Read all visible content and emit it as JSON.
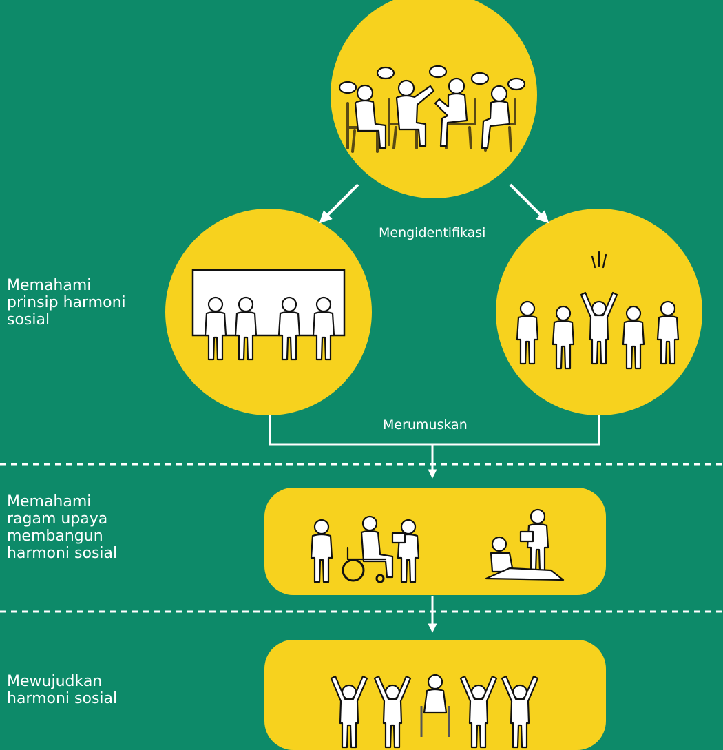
{
  "colors": {
    "background": "#0d8a69",
    "circle": "#f7d21e",
    "figure": "#ffffff",
    "outline": "#111111"
  },
  "stages": [
    {
      "label": "Memahami\nprinsip harmoni\nsosial"
    },
    {
      "label": "Memahami\nragam upaya\nmembangun\nharmoni sosial"
    },
    {
      "label": "Mewujudkan\nharmoni sosial"
    }
  ],
  "flow": {
    "identify_label": "Mengidentifikasi",
    "formulate_label": "Merumuskan"
  },
  "illustrations": [
    {
      "name": "discussion-circle-icon"
    },
    {
      "name": "group-learning-icon"
    },
    {
      "name": "crowd-cheering-icon"
    },
    {
      "name": "helping-others-icon"
    },
    {
      "name": "united-people-icon"
    }
  ]
}
